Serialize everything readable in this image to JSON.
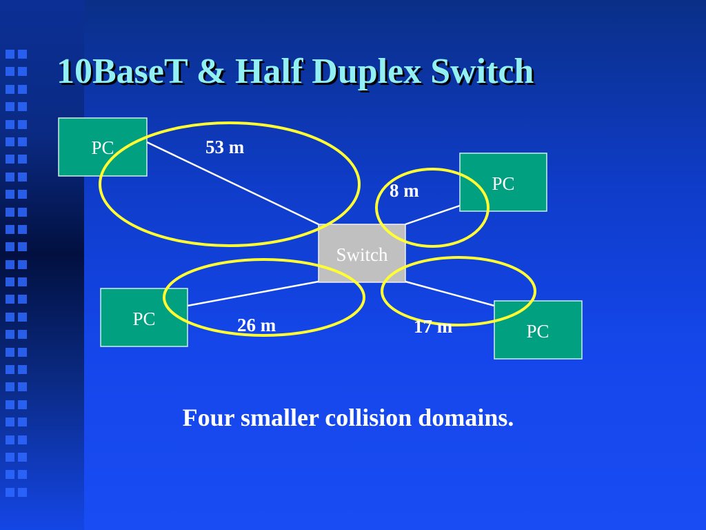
{
  "slide": {
    "title": "10BaseT & Half Duplex Switch",
    "caption": "Four smaller collision domains."
  },
  "diagram": {
    "switch_label": "Switch",
    "pc_label": "PC",
    "links": [
      {
        "to": "pc-top-left",
        "distance": "53 m"
      },
      {
        "to": "pc-top-right",
        "distance": "8 m"
      },
      {
        "to": "pc-bottom-left",
        "distance": "26 m"
      },
      {
        "to": "pc-bottom-right",
        "distance": "17 m"
      }
    ]
  },
  "colors": {
    "title": "#93f0f2",
    "pc_fill": "#00a080",
    "switch_fill": "#c0c0c0",
    "domain_outline": "#ffff33",
    "link": "#ffffff"
  }
}
